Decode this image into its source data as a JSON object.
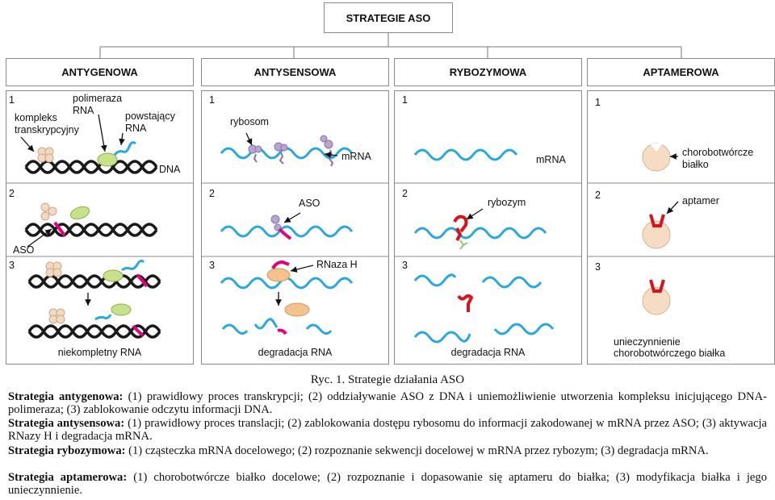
{
  "title": "STRATEGIE ASO",
  "columns": [
    {
      "header": "ANTYGENOWA",
      "bottom": "niekompletny RNA"
    },
    {
      "header": "ANTYSENSOWA",
      "bottom": "degradacja RNA"
    },
    {
      "header": "RYBOZYMOWA",
      "bottom": "degradacja RNA"
    },
    {
      "header": "APTAMEROWA",
      "bottom": "unieczynnienie\nchorobotwórczego białka"
    }
  ],
  "steps": [
    "1",
    "2",
    "3"
  ],
  "labels": {
    "kompleks": "kompleks\ntranskrypcyjny",
    "polimeraza": "polimeraza\nRNA",
    "powstajacy": "powstający\nRNA",
    "dna": "DNA",
    "aso_antygen": "ASO",
    "rybosom": "rybosom",
    "mrna_antysens": "mRNA",
    "aso_antysens": "ASO",
    "rnaza": "RNaza H",
    "mrna_rybozym": "mRNA",
    "rybozym": "rybozym",
    "bialko": "chorobotwórcze\nbiałko",
    "aptamer": "aptamer"
  },
  "caption": "Ryc. 1. Strategie działania ASO",
  "descriptions": [
    {
      "term": "Strategia antygenowa:",
      "text": " (1) prawidłowy proces transkrypcji; (2) oddziaływanie ASO z DNA i uniemożliwienie utworzenia kompleksu inicjującego DNA-polimeraza; (3) zablokowanie odczytu informacji DNA."
    },
    {
      "term": "Strategia antysensowa:",
      "text": " (1) prawidłowy proces translacji; (2) zablokowania dostępu rybosomu do informacji zakodowanej w mRNA przez ASO; (3) aktywacja RNazy H i degradacja mRNA."
    },
    {
      "term": "Strategia rybozymowa:",
      "text": " (1) cząsteczka mRNA docelowego; (2) rozpoznanie sekwencji docelowej w mRNA przez rybozym; (3) degradacja mRNA."
    },
    {
      "term": "Strategia aptamerowa:",
      "text": " (1) chorobotwórcze białko docelowe; (2) rozpoznanie i dopasowanie się aptameru do białka; (3) modyfikacja białka i jego unieczynnienie."
    }
  ],
  "colors": {
    "rna": "#29a7e0",
    "aso": "#e6007e",
    "ribosome": "#b9a6cf",
    "protein": "#f7dcc4",
    "aptamer": "#d7141e",
    "polymerase": "#c8e28c",
    "rnaseH": "#f4c28e"
  }
}
